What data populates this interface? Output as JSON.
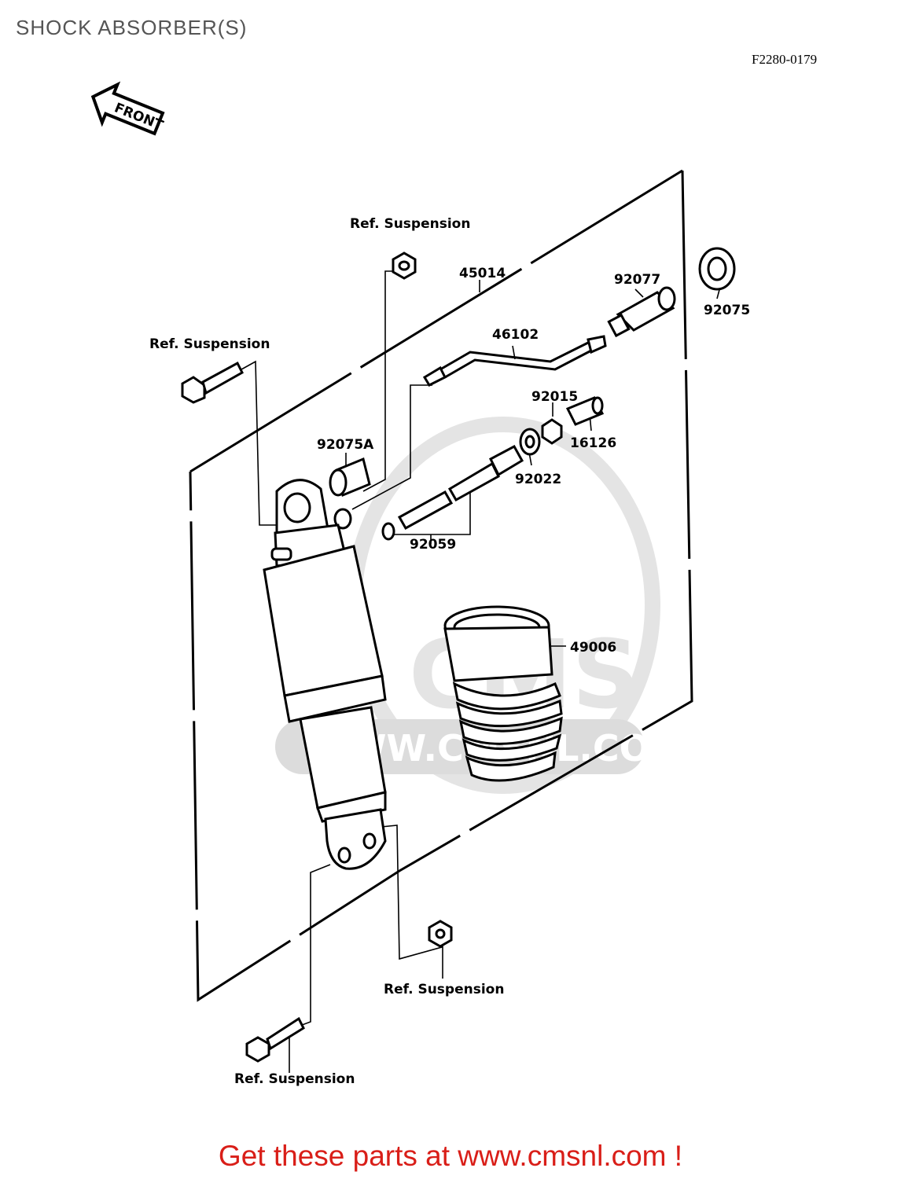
{
  "page": {
    "title": "SHOCK ABSORBER(S)",
    "diagram_code": "F2280-0179"
  },
  "front_arrow": {
    "label": "FRONT"
  },
  "parts": {
    "ref_top_nut": "Ref. Suspension",
    "ref_top_bolt": "Ref. Suspension",
    "ref_bottom_nut": "Ref. Suspension",
    "ref_bottom_bolt": "Ref. Suspension",
    "p45014": "45014",
    "p92077": "92077",
    "p92075": "92075",
    "p46102": "46102",
    "p92015": "92015",
    "p16126": "16126",
    "p92075A": "92075A",
    "p92022": "92022",
    "p92059": "92059",
    "p49006": "49006"
  },
  "watermark": {
    "text": "WWW.CMSNL.COM",
    "logo": "CMS"
  },
  "footer": {
    "text": "Get these parts at www.cmsnl.com !"
  },
  "colors": {
    "footer": "#d91e18",
    "title": "#555555",
    "watermark": "#e0e0e0"
  }
}
